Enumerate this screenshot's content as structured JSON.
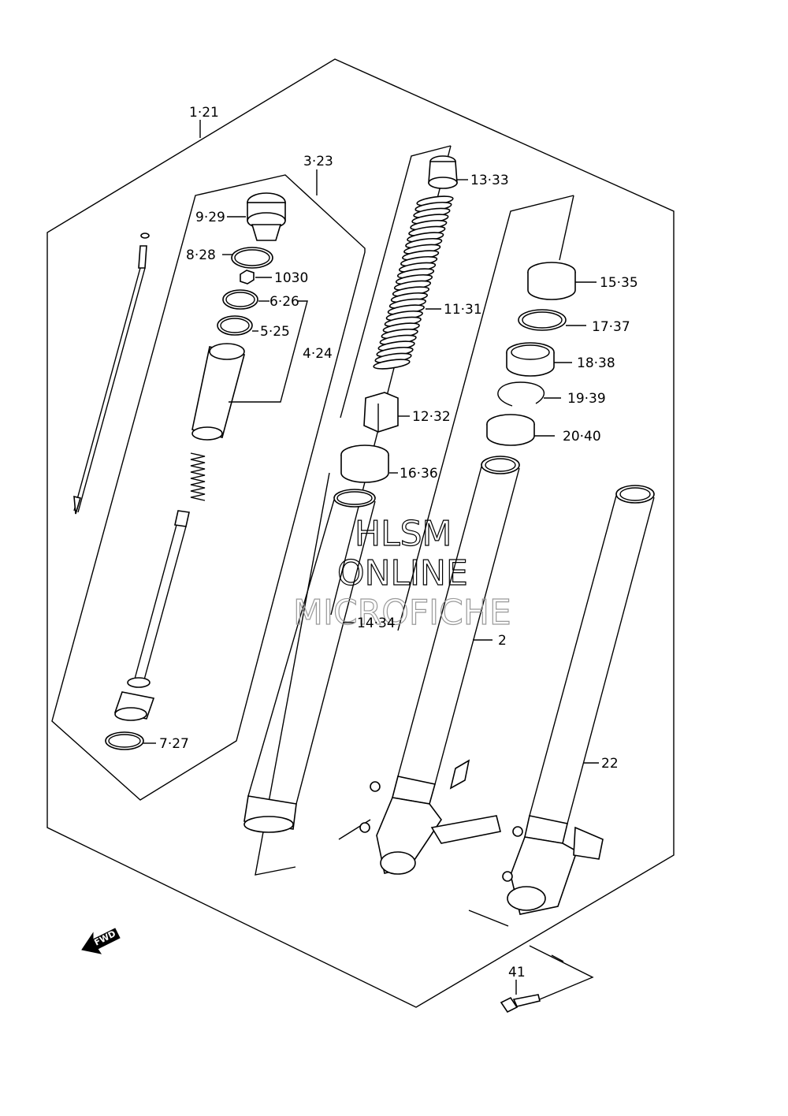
{
  "labels": {
    "p1_21": "1·21",
    "p3_23": "3·23",
    "p9_29": "9·29",
    "p8_28": "8·28",
    "p10_30": "1030",
    "p6_26": "6·26",
    "p5_25": "5·25",
    "p4_24": "4·24",
    "p7_27": "7·27",
    "p13_33": "13·33",
    "p11_31": "11·31",
    "p12_32": "12·32",
    "p16_36": "16·36",
    "p14_34": "14·34",
    "p15_35": "15·35",
    "p17_37": "17·37",
    "p18_38": "18·38",
    "p19_39": "19·39",
    "p20_40": "20·40",
    "p2": "2",
    "p22": "22",
    "p41": "41"
  },
  "watermark": {
    "line1": "HLSM",
    "line2": "ONLINE",
    "line3": "MICROFICHE"
  },
  "fwd_badge": "FWD"
}
